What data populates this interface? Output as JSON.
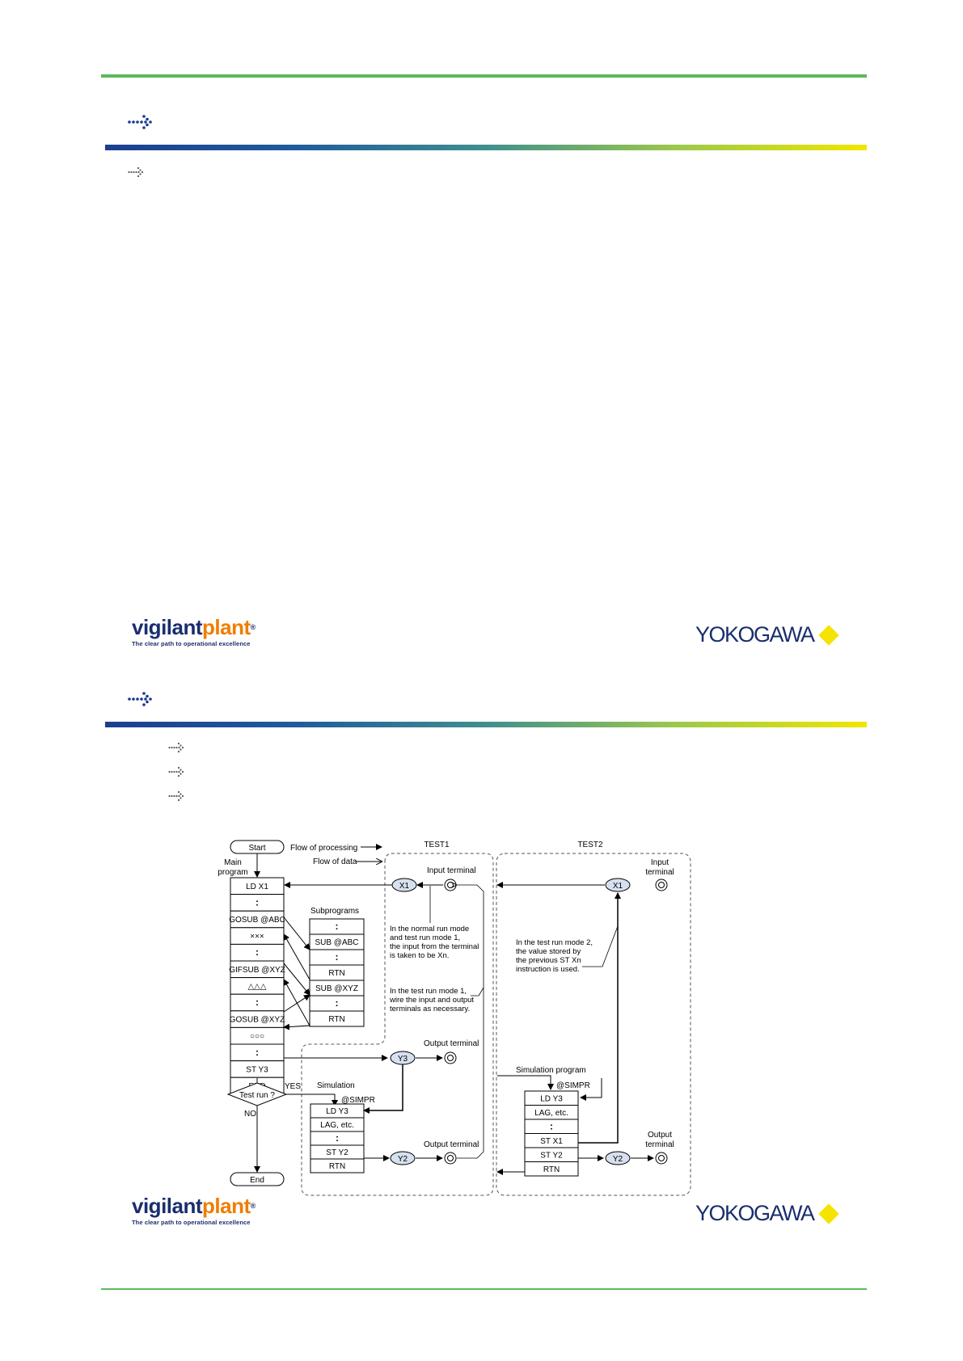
{
  "slide1": {
    "logo": {
      "brand_part1": "vigilant",
      "brand_part2": "plant",
      "registered": "®",
      "tagline": "The clear path to operational excellence"
    },
    "yokogawa": "YOKOGAWA"
  },
  "slide2": {
    "logo": {
      "brand_part1": "vigilant",
      "brand_part2": "plant",
      "registered": "®",
      "tagline": "The clear path to operational excellence"
    },
    "yokogawa": "YOKOGAWA",
    "diagram": {
      "start": "Start",
      "end": "End",
      "flow_processing": "Flow of processing",
      "flow_data": "Flow of data",
      "main_program": [
        "Main",
        "program"
      ],
      "main_cells": [
        "LD X1",
        ":",
        "GOSUB @ABC",
        "×××",
        ":",
        "GIFSUB @XYZ",
        "△△△",
        ":",
        "GOSUB @XYZ",
        "○○○",
        ":",
        "ST Y3",
        "END"
      ],
      "test_run": "Test run ?",
      "yes": "YES",
      "no": "NO",
      "subprograms_label": "Subprograms",
      "sub_cells": [
        ":",
        "SUB @ABC",
        ":",
        "RTN",
        "SUB @XYZ",
        ":",
        "RTN"
      ],
      "simulation_label": "Simulation",
      "simpr_label": "@SIMPR",
      "sim1_cells": [
        "LD Y3",
        "LAG, etc.",
        ":",
        "ST Y2",
        "RTN"
      ],
      "test1": "TEST1",
      "test2": "TEST2",
      "x1": "X1",
      "y3": "Y3",
      "y2": "Y2",
      "input_terminal": "Input terminal",
      "output_terminal": "Output terminal",
      "input_terminal_lines": [
        "Input",
        "terminal"
      ],
      "output_terminal_lines": [
        "Output",
        "terminal"
      ],
      "note_normal": [
        "In the normal run mode",
        "and test run mode 1,",
        "the input from the terminal",
        "is taken to be Xn."
      ],
      "note_test1": [
        "In the test run mode 1,",
        "wire the input and output",
        "terminals as necessary."
      ],
      "note_test2": [
        "In the test run mode 2,",
        "the value stored by",
        "the previous ST Xn",
        "instruction is used."
      ],
      "simulation_program_label": "Simulation program",
      "sim2_cells": [
        "LD Y3",
        "LAG, etc.",
        ":",
        "ST X1",
        "ST Y2",
        "RTN"
      ]
    }
  }
}
